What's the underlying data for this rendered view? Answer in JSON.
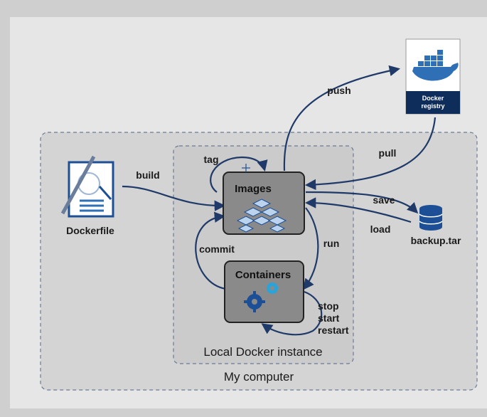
{
  "regions": {
    "my_computer": "My computer",
    "local_docker": "Local Docker instance"
  },
  "nodes": {
    "dockerfile": "Dockerfile",
    "images": "Images",
    "containers": "Containers",
    "registry_line1": "Docker",
    "registry_line2": "registry",
    "backup": "backup.tar"
  },
  "edges": {
    "build": "build",
    "tag": "tag",
    "push": "push",
    "pull": "pull",
    "save": "save",
    "load": "load",
    "run": "run",
    "commit": "commit",
    "stop": "stop",
    "start": "start",
    "restart": "restart"
  },
  "colors": {
    "arrow": "#1f3a68",
    "box_fill": "#8a8a8a",
    "docker_blue": "#2f6fb6",
    "registry_bar": "#0f2d5a",
    "icon_blue": "#1c4f95"
  }
}
